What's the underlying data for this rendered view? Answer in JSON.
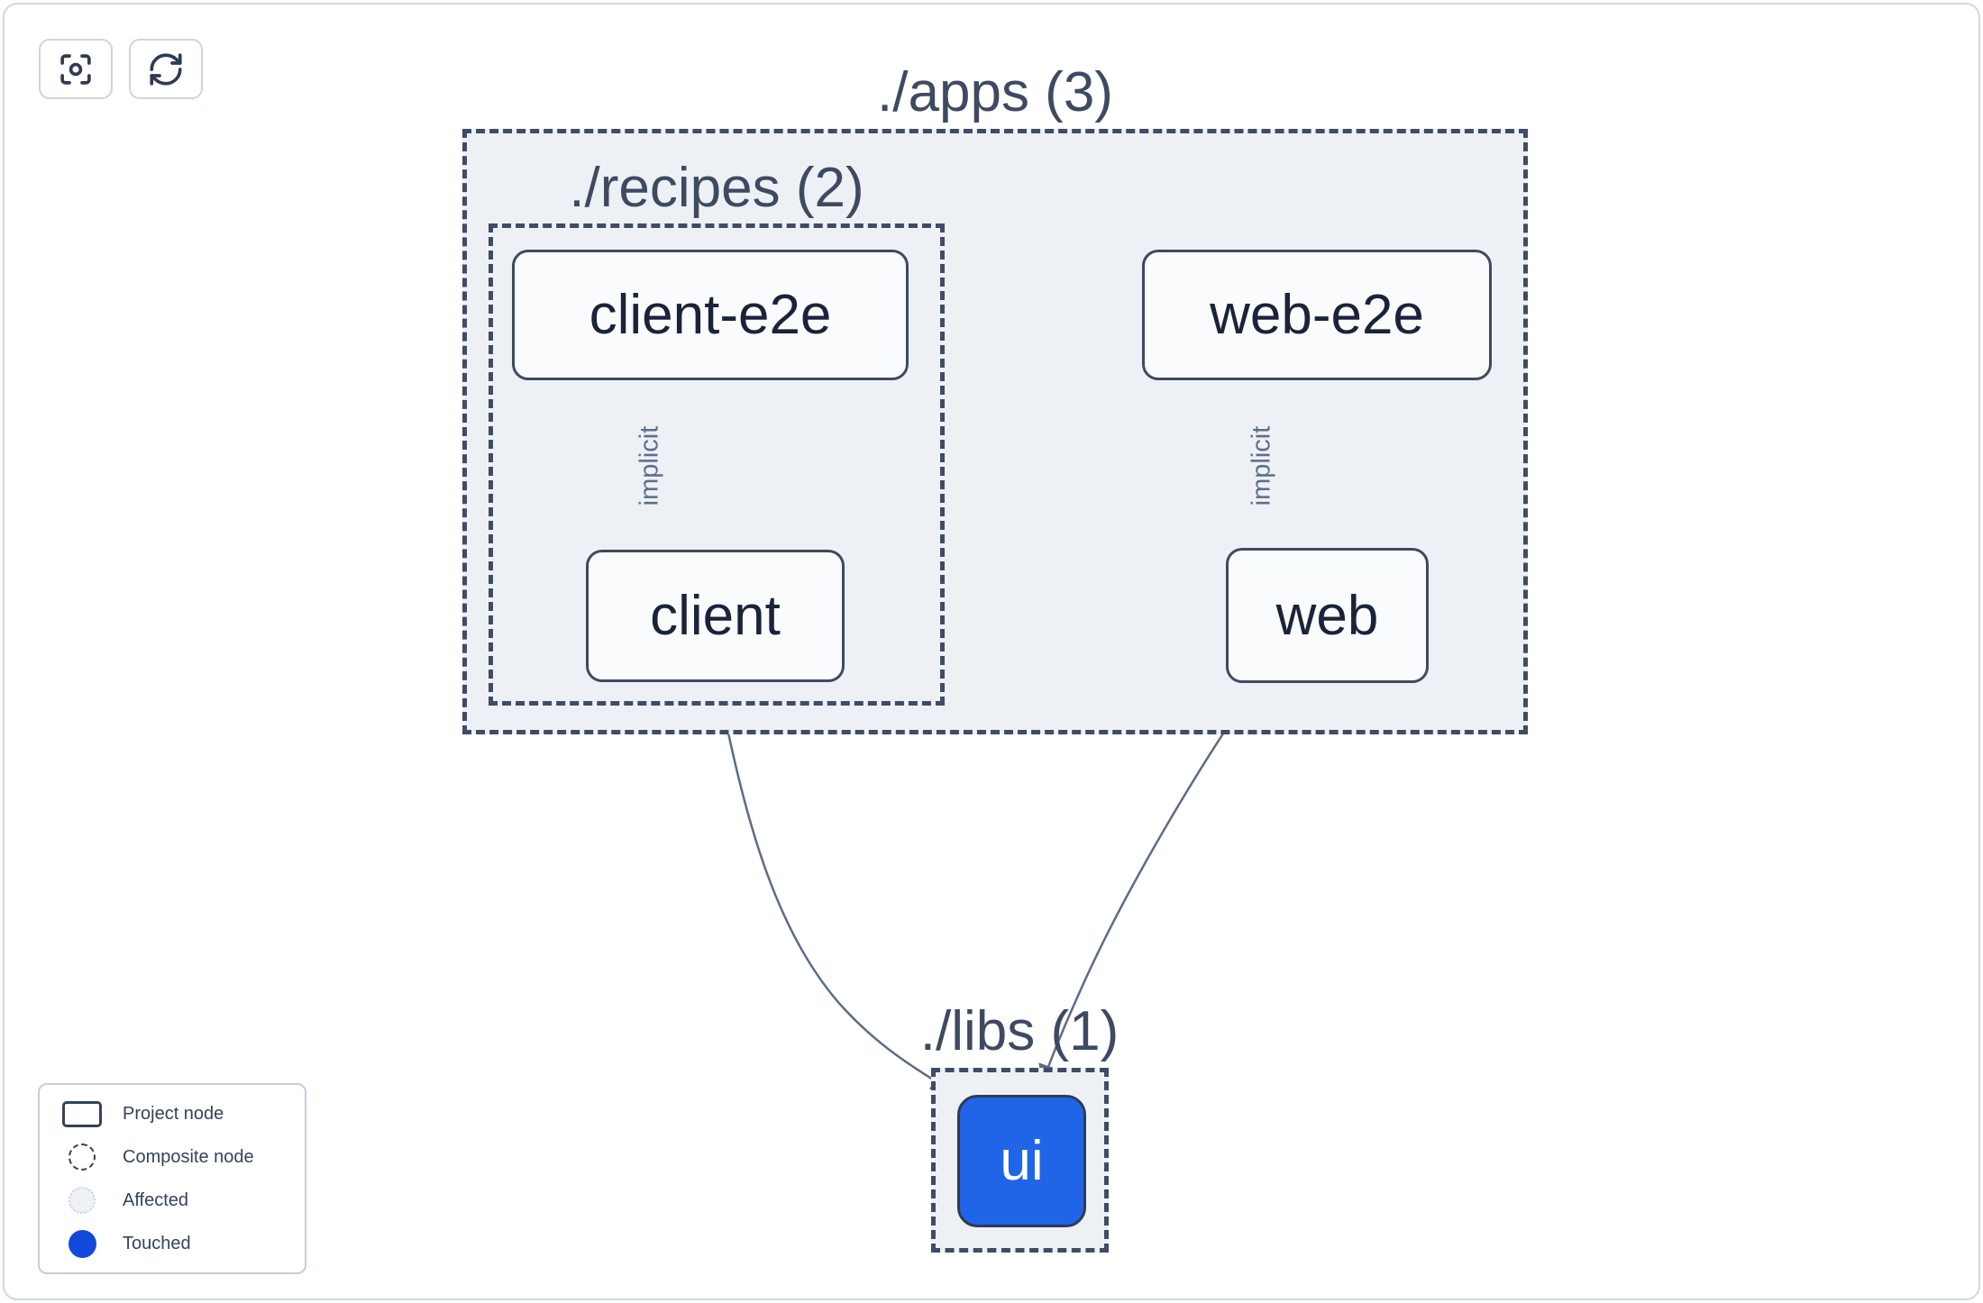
{
  "toolbar": {
    "buttons": [
      {
        "name": "focus",
        "icon": "focus-icon"
      },
      {
        "name": "refresh",
        "icon": "refresh-icon"
      }
    ]
  },
  "graph": {
    "composites": [
      {
        "id": "apps",
        "label": "./apps (3)",
        "count": 3
      },
      {
        "id": "recipes",
        "label": "./recipes (2)",
        "count": 2
      },
      {
        "id": "libs",
        "label": "./libs (1)",
        "count": 1
      }
    ],
    "nodes": [
      {
        "id": "client-e2e",
        "label": "client-e2e",
        "state": "default",
        "parent": "./apps/./recipes"
      },
      {
        "id": "web-e2e",
        "label": "web-e2e",
        "state": "default",
        "parent": "./apps"
      },
      {
        "id": "client",
        "label": "client",
        "state": "default",
        "parent": "./apps/./recipes"
      },
      {
        "id": "web",
        "label": "web",
        "state": "default",
        "parent": "./apps"
      },
      {
        "id": "ui",
        "label": "ui",
        "state": "touched",
        "parent": "./libs"
      }
    ],
    "edges": [
      {
        "from": "client-e2e",
        "to": "client",
        "type": "implicit",
        "label": "implicit"
      },
      {
        "from": "web-e2e",
        "to": "web",
        "type": "implicit",
        "label": "implicit"
      },
      {
        "from": "client",
        "to": "ui",
        "type": "static",
        "label": ""
      },
      {
        "from": "web",
        "to": "ui",
        "type": "static",
        "label": ""
      }
    ]
  },
  "legend": {
    "items": [
      {
        "swatch": "project-node",
        "label": "Project node"
      },
      {
        "swatch": "composite-node",
        "label": "Composite node"
      },
      {
        "swatch": "affected",
        "label": "Affected"
      },
      {
        "swatch": "touched",
        "label": "Touched"
      }
    ]
  },
  "colors": {
    "touched_node_fill": "#2065e8",
    "touched_legend_dot": "#1249db",
    "node_border": "#3f4a61",
    "composite_border": "#3f4c66",
    "composite_fill": "#edf1f6",
    "edge": "#5c6b87",
    "button_border": "#cbd5e1"
  }
}
